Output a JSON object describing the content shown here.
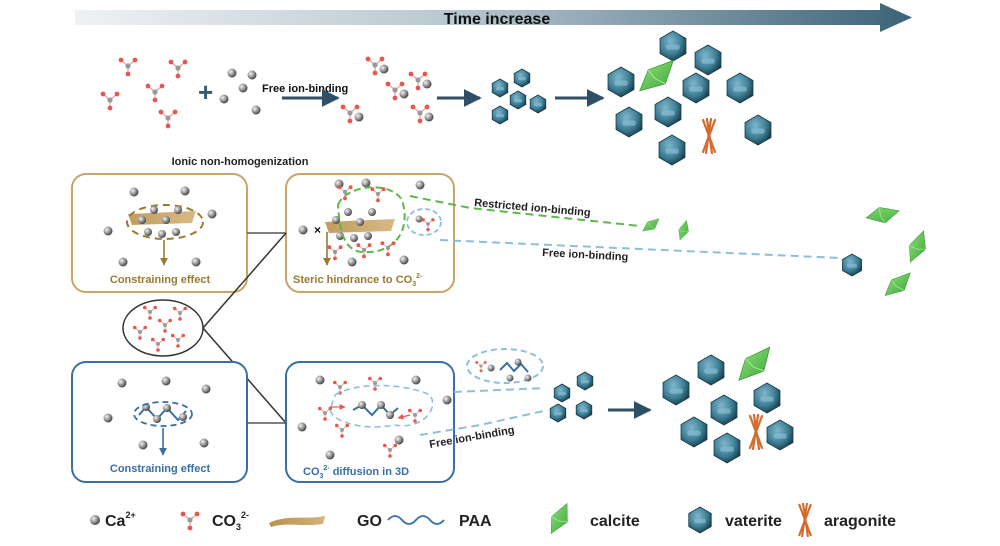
{
  "title_arrow": {
    "label": "Time increase"
  },
  "row1": {
    "arrow_label": "Free ion-binding",
    "plus_sign": "+"
  },
  "middle": {
    "heading": "Ionic non-homogenization",
    "go_box1_label": "Constraining effect",
    "go_box2_label": "Steric hindrance to CO",
    "go_box2_sub": "3",
    "go_box2_sup": "2-",
    "restricted_label": "Restricted ion-binding",
    "free_label": "Free ion-binding",
    "paa_box1_label": "Constraining effect",
    "paa_box2_prefix": "CO",
    "paa_box2_sub": "3",
    "paa_box2_sup": "2-",
    "paa_box2_suffix": " diffusion in 3D",
    "paa_free_label": "Free ion-binding",
    "blocked_mark": "×"
  },
  "legend": {
    "items": [
      {
        "icon": "calcium-ion-icon",
        "label": "Ca",
        "sup": "2+"
      },
      {
        "icon": "carbonate-ion-icon",
        "label": "CO",
        "sub": "3",
        "sup": "2-"
      },
      {
        "icon": "graphene-oxide-icon",
        "label": "GO"
      },
      {
        "icon": "paa-chain-icon",
        "label": "PAA"
      },
      {
        "icon": "calcite-crystal-icon",
        "label": "calcite"
      },
      {
        "icon": "vaterite-crystal-icon",
        "label": "vaterite"
      },
      {
        "icon": "aragonite-crystal-icon",
        "label": "aragonite"
      }
    ]
  },
  "colors": {
    "go_box": "#c8a468",
    "go_text": "#9a7a30",
    "paa_box": "#3a6fa6",
    "paa_text": "#3a6fa6",
    "calcite": "#5cc451",
    "vaterite": "#3e7f96",
    "aragonite": "#d46a2c",
    "carbonate": "#e8574f",
    "calcium": "#8a8a8a",
    "arrow": "#2f4f66",
    "restricted_line": "#5cb84a",
    "free_line": "#8cbfd9"
  }
}
